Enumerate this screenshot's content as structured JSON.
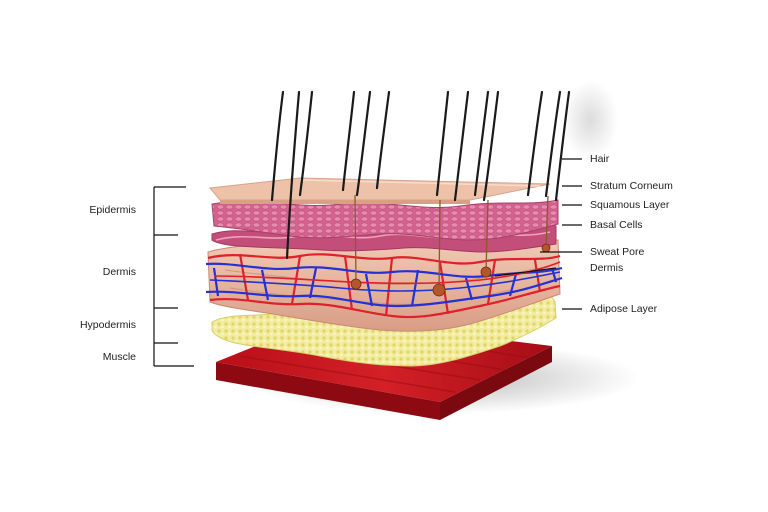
{
  "diagram": {
    "left_labels": {
      "epidermis": "Epidermis",
      "dermis": "Dermis",
      "hypodermis": "Hypodermis",
      "muscle": "Muscle"
    },
    "right_labels": {
      "hair": "Hair",
      "stratum_corneum": "Stratum Corneum",
      "squamous_layer": "Squamous Layer",
      "basal_cells": "Basal Cells",
      "sweat_pore": "Sweat Pore",
      "dermis": "Dermis",
      "adipose_layer": "Adipose Layer"
    },
    "colors": {
      "muscle": "#c0121c",
      "adipose": "#ece690",
      "dermis": "#e9b9a3",
      "squamous": "#d5608c",
      "corneum": "#efc4ae",
      "vein": "#2331d6",
      "artery": "#e0202a",
      "hair": "#1a1a1a"
    }
  }
}
